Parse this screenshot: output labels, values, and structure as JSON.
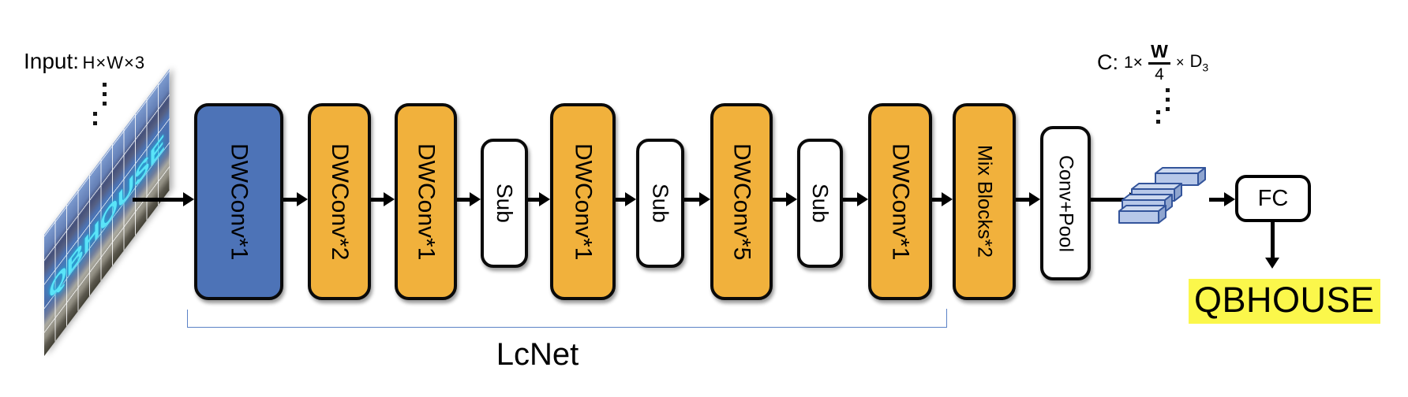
{
  "input": {
    "label_prefix": "Input:",
    "dims": "H×W×3",
    "image_text": "QBHOUSE"
  },
  "pipeline": {
    "blocks": [
      {
        "label": "DWConv*1",
        "color": "blue"
      },
      {
        "label": "DWConv*2",
        "color": "orange"
      },
      {
        "label": "DWConv*1",
        "color": "orange"
      },
      {
        "label": "Sub",
        "color": "white"
      },
      {
        "label": "DWConv*1",
        "color": "orange"
      },
      {
        "label": "Sub",
        "color": "white"
      },
      {
        "label": "DWConv*5",
        "color": "orange"
      },
      {
        "label": "Sub",
        "color": "white"
      },
      {
        "label": "DWConv*1",
        "color": "orange"
      },
      {
        "label": "Mix Blocks*2",
        "color": "orange"
      },
      {
        "label": "Conv+Pool",
        "color": "white"
      }
    ]
  },
  "brace_label": "LcNet",
  "head": {
    "fc_label": "FC",
    "output_text": "QBHOUSE"
  },
  "c_label": {
    "prefix": "C:",
    "factor": "1×",
    "numerator": "W",
    "denominator": "4",
    "times": "×",
    "dim_base": "D",
    "dim_sub": "3"
  },
  "colors": {
    "block_blue": "#4d73b7",
    "block_orange": "#f1b13c",
    "highlight_yellow": "#fbf74b",
    "brace_blue": "#5b82c6",
    "feature_fill": "#b7c8e9",
    "feature_stroke": "#33549b",
    "sign_text_cyan": "#5ae4f8"
  }
}
